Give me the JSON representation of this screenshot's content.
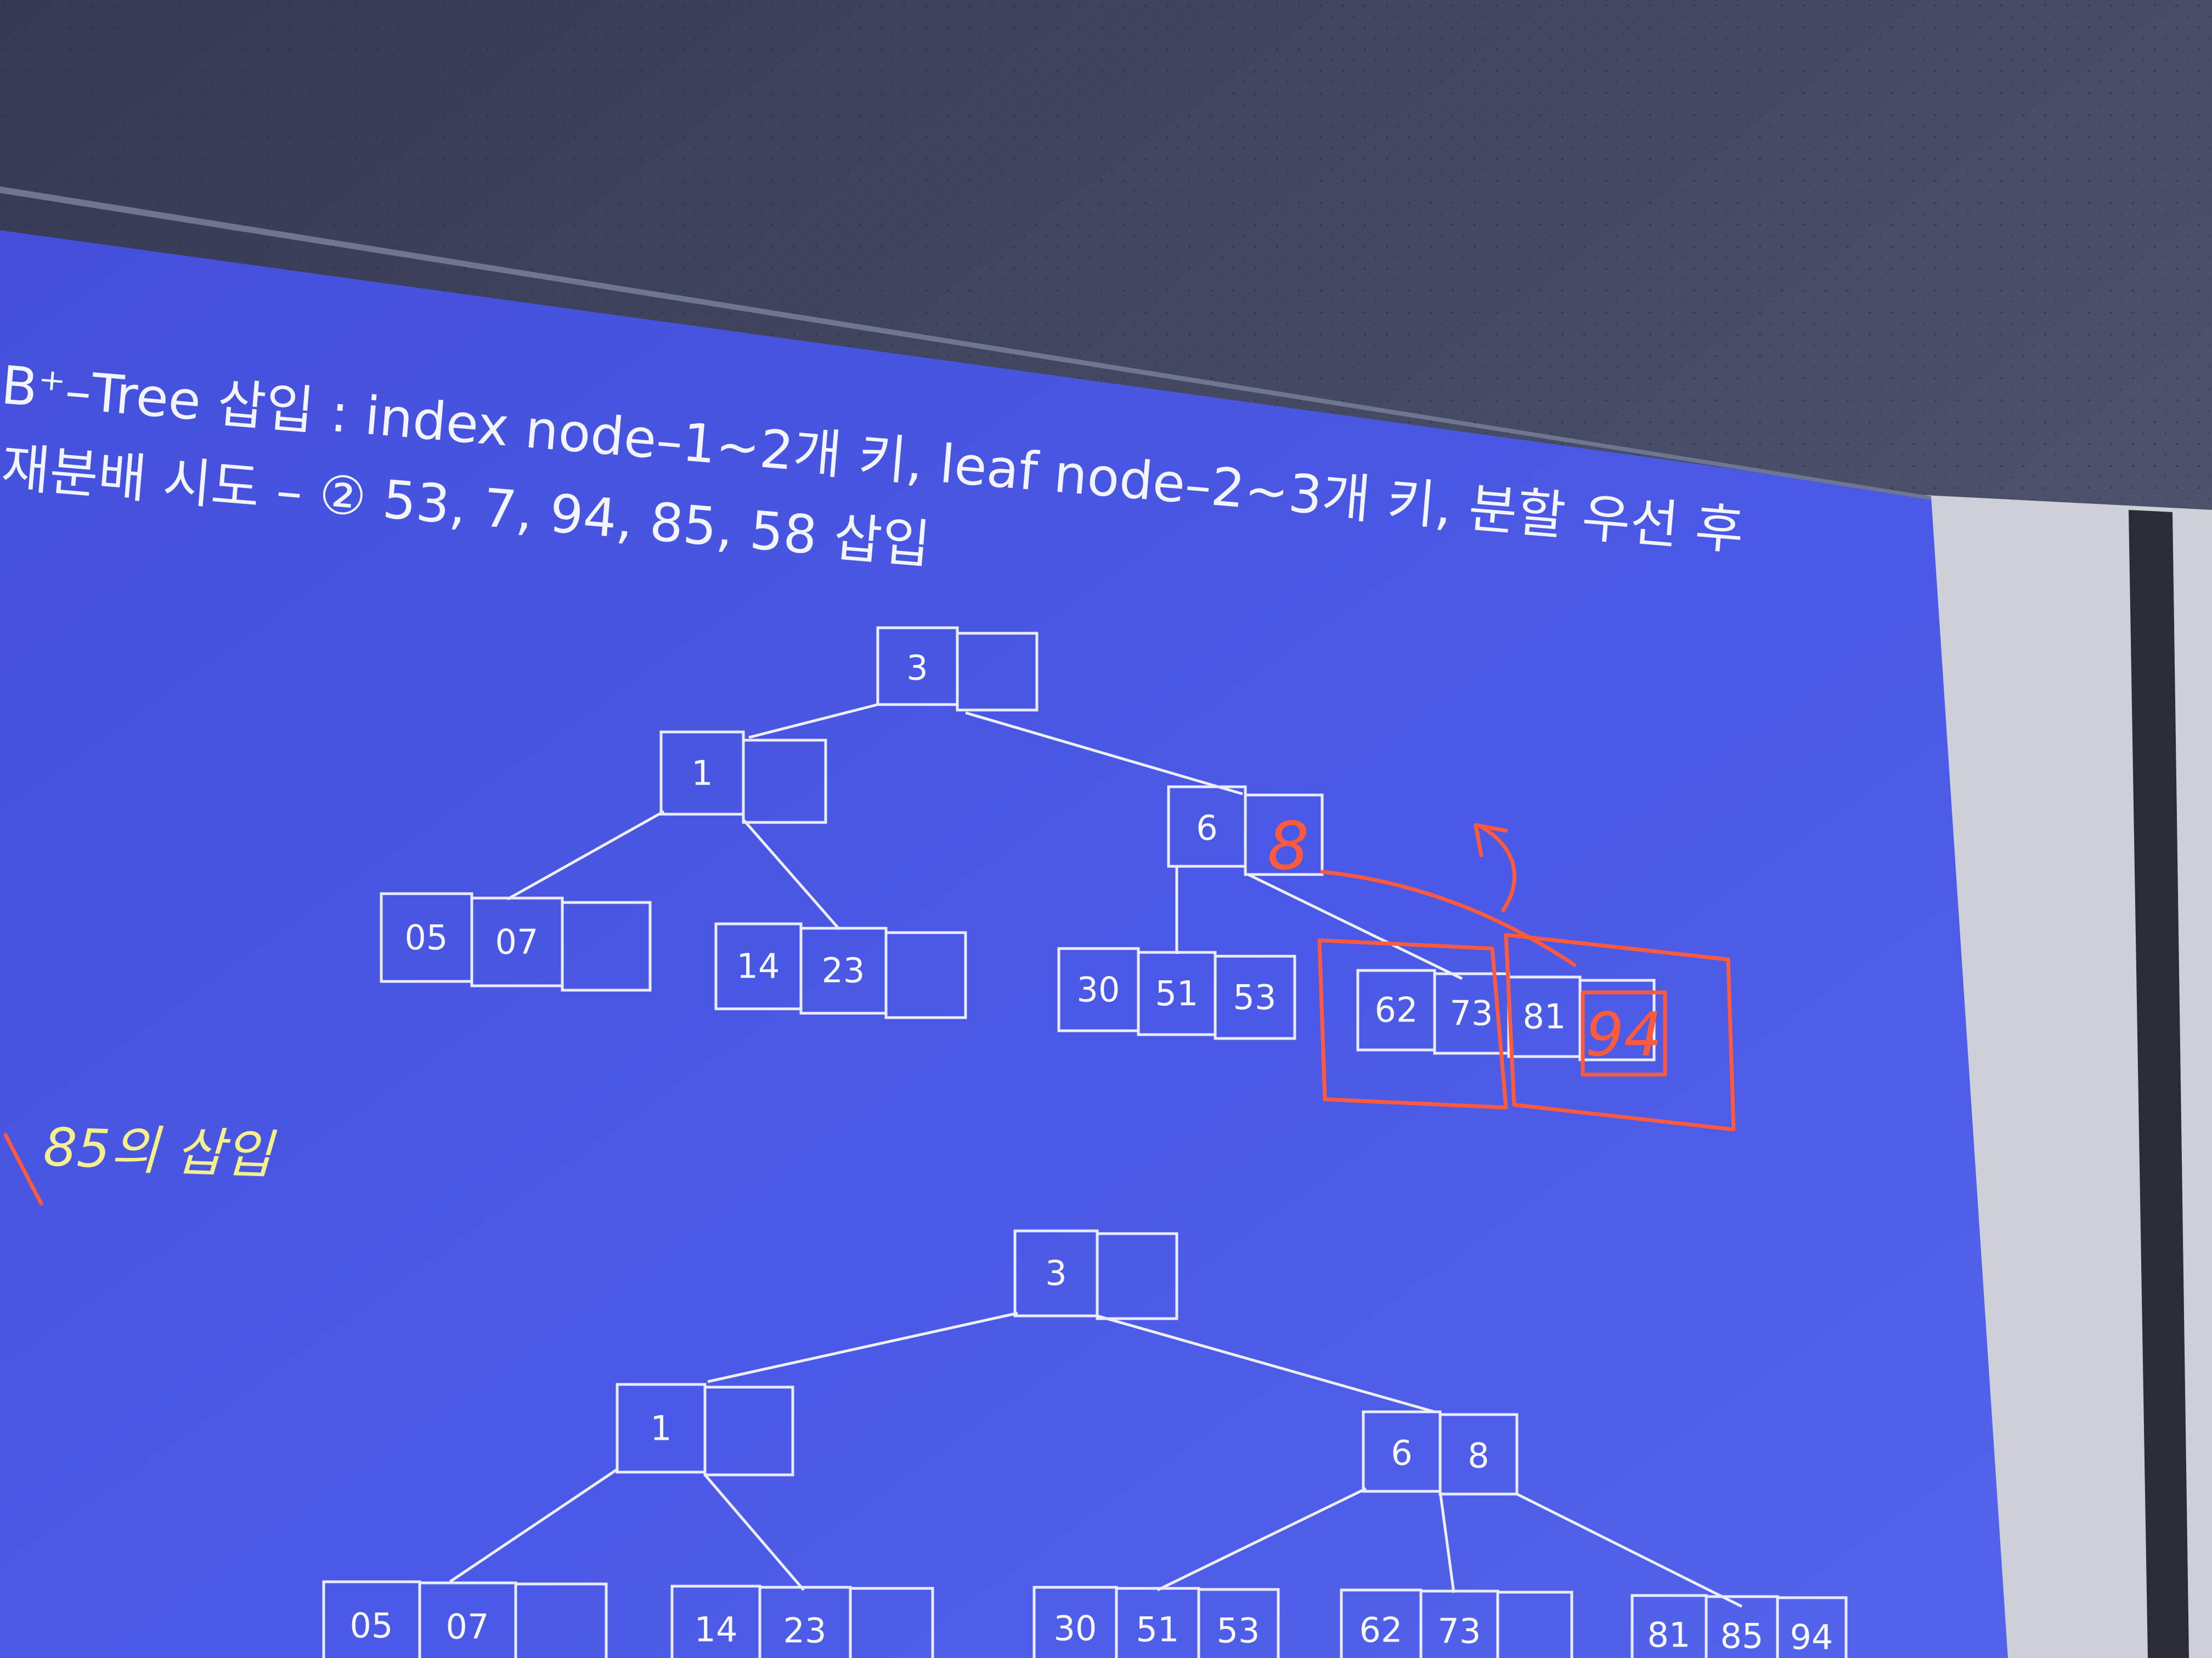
{
  "slide": {
    "title_line1": "B⁺–Tree 삽입 : index node–1~2개 키, leaf node–2~3개 키, 분할 우선 후",
    "title_line2": "재분배 시도 – ② 53, 7, 94, 85, 58 삽입",
    "subheading": "85의 삽입"
  },
  "tree_before": {
    "root": [
      "3",
      ""
    ],
    "left_index": [
      "1",
      ""
    ],
    "right_index": [
      "6",
      "8"
    ],
    "leaves": [
      [
        "05",
        "07",
        ""
      ],
      [
        "14",
        "23",
        ""
      ],
      [
        "30",
        "51",
        "53"
      ],
      [
        "62",
        "73",
        "81",
        "94"
      ]
    ]
  },
  "tree_after": {
    "root": [
      "3",
      ""
    ],
    "left_index": [
      "1",
      ""
    ],
    "right_index": [
      "6",
      "8"
    ],
    "leaves": [
      [
        "05",
        "07",
        ""
      ],
      [
        "14",
        "23",
        ""
      ],
      [
        "30",
        "51",
        "53"
      ],
      [
        "62",
        "73",
        ""
      ],
      [
        "81",
        "85",
        "94"
      ]
    ]
  },
  "annotations": {
    "handwritten_key": "8",
    "handwritten_leaf_key": "94"
  },
  "colors": {
    "screen": "#4a56e0",
    "text": "#f2f4ff",
    "highlight_text": "#f6f08a",
    "ink": "#ff5a3c",
    "ceiling": "#3f4660",
    "wall": "#c9ccd4"
  }
}
